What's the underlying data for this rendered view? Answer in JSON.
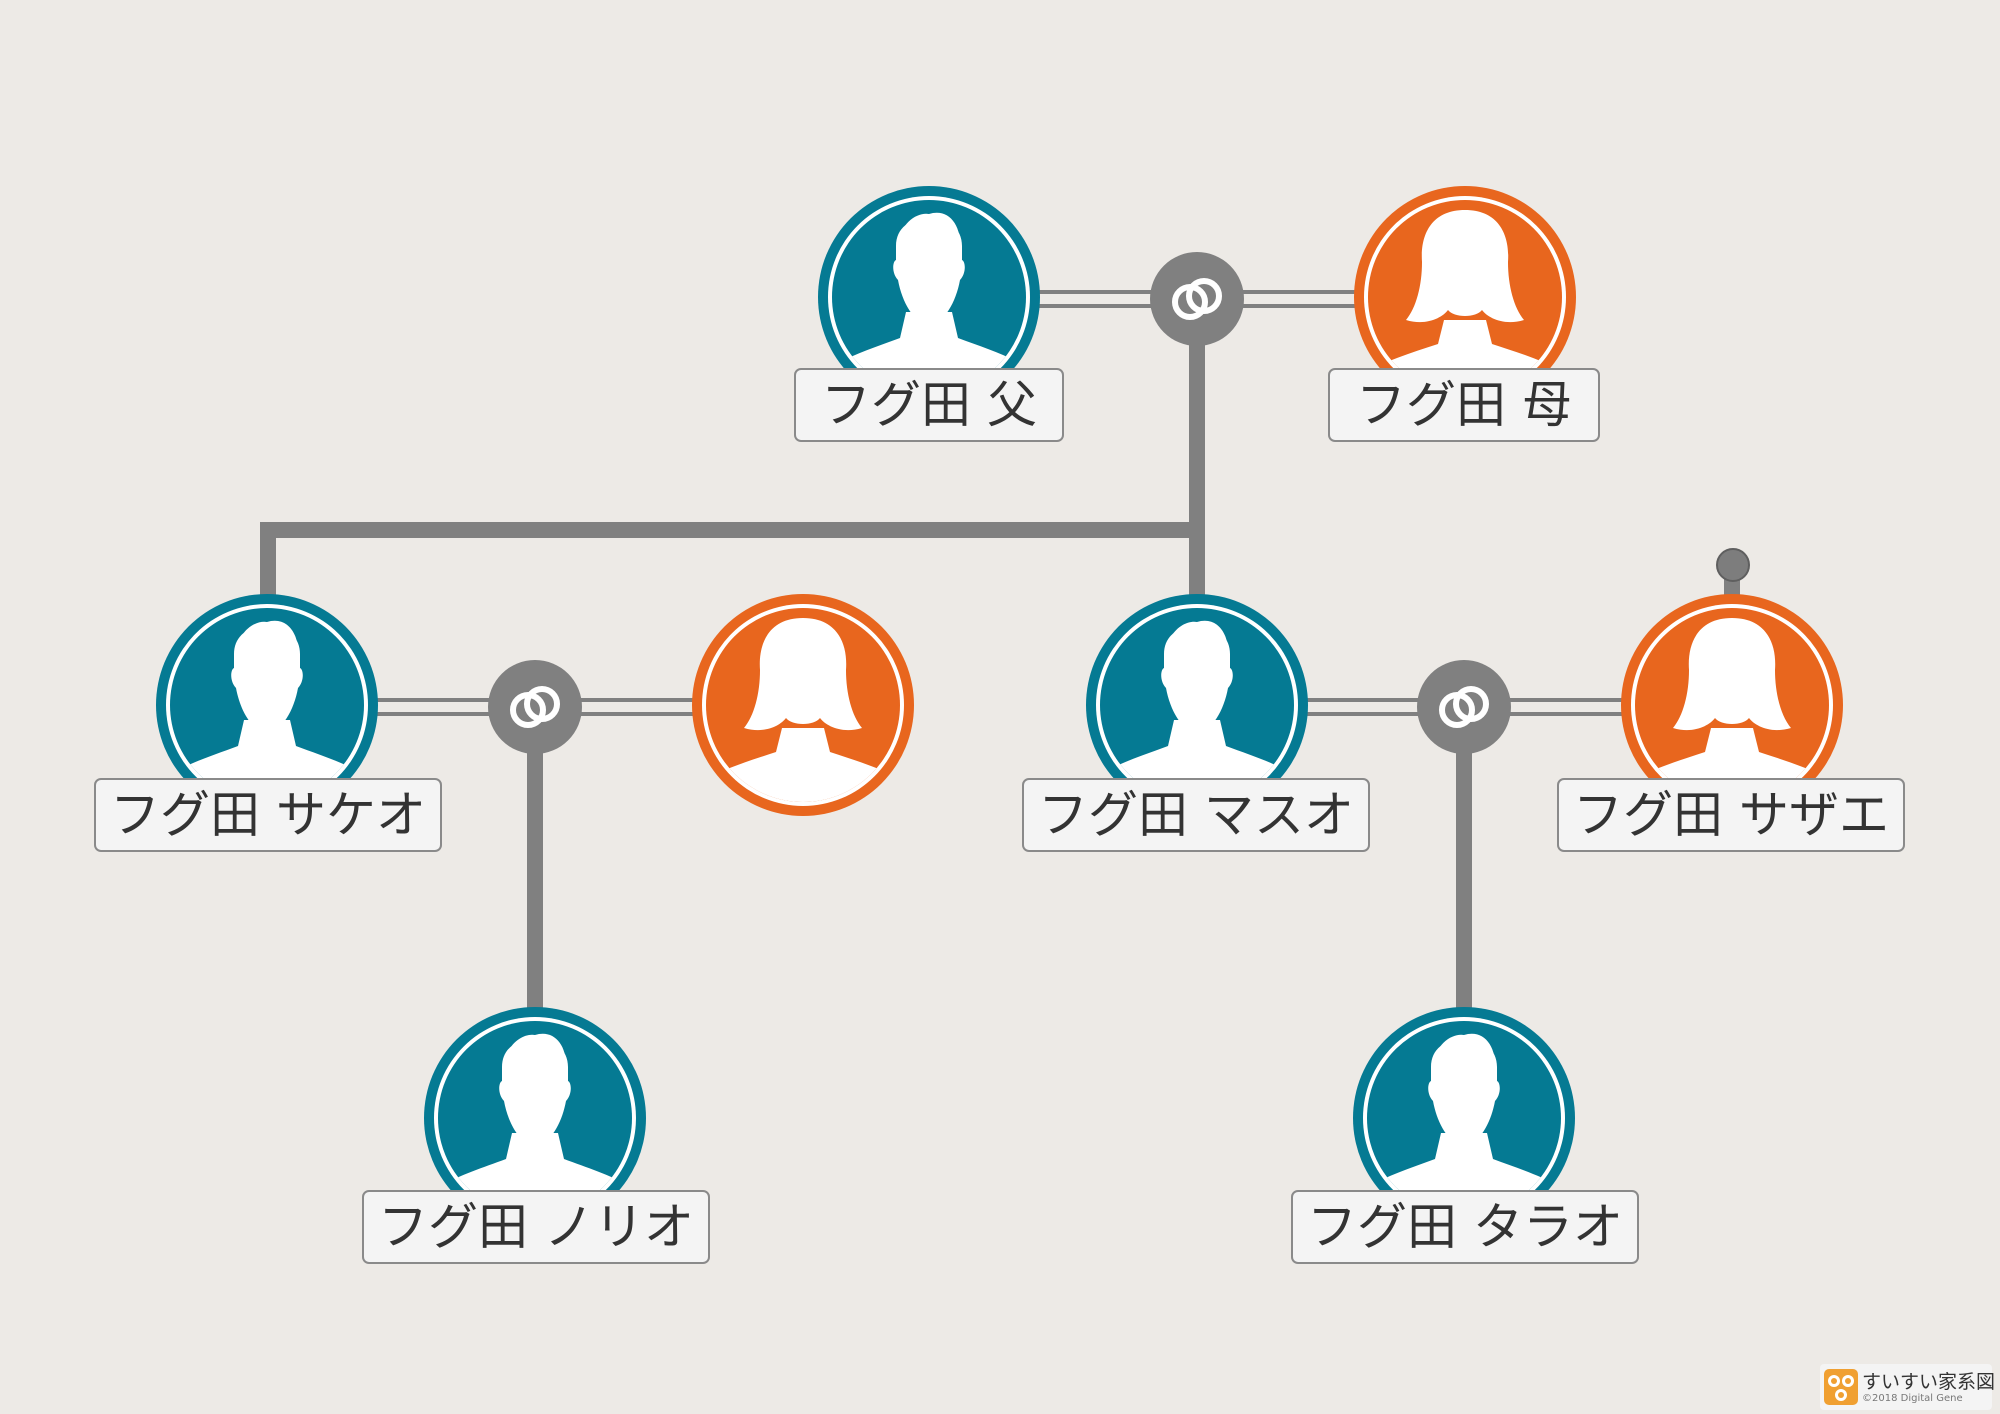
{
  "colors": {
    "background": "#edeae6",
    "male": "#057a93",
    "female": "#e8661e",
    "connector": "#808080"
  },
  "people": {
    "father": {
      "name": "フグ田 父",
      "gender": "male"
    },
    "mother": {
      "name": "フグ田 母",
      "gender": "female"
    },
    "sakeo": {
      "name": "フグ田 サケオ",
      "gender": "male"
    },
    "sakeo_spouse": {
      "gender": "female"
    },
    "masuo": {
      "name": "フグ田 マスオ",
      "gender": "male"
    },
    "sazae": {
      "name": "フグ田 サザエ",
      "gender": "female"
    },
    "norio": {
      "name": "フグ田 ノリオ",
      "gender": "male"
    },
    "tarao": {
      "name": "フグ田 タラオ",
      "gender": "male"
    }
  },
  "watermark": {
    "title": "すいすい家系図",
    "copyright": "©2018 Digital Gene"
  }
}
